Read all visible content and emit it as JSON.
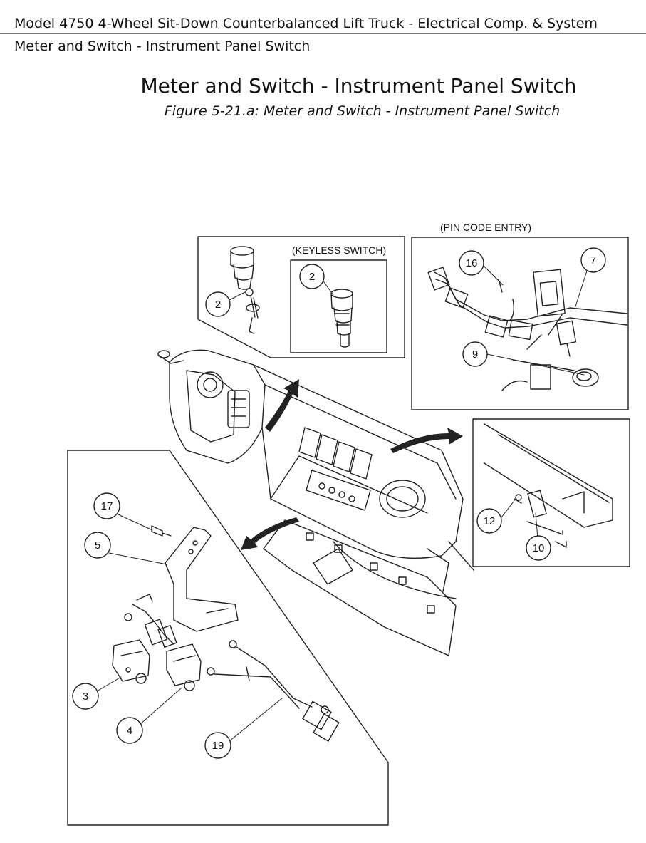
{
  "header": {
    "doc_title": "Model 4750 4-Wheel Sit-Down Counterbalanced Lift Truck - Electrical Comp. & System",
    "doc_subtitle": "Meter and Switch - Instrument Panel Switch"
  },
  "figure": {
    "title": "Meter and Switch - Instrument Panel Switch",
    "caption": "Figure 5-21.a: Meter and Switch - Instrument Panel Switch"
  },
  "labels": {
    "keyless_switch": "(KEYLESS SWITCH)",
    "pin_code_entry": "(PIN CODE ENTRY)"
  },
  "callouts": {
    "c2_key": "2",
    "c2_keyless": "2",
    "c16": "16",
    "c7": "7",
    "c9": "9",
    "c12": "12",
    "c10": "10",
    "c17": "17",
    "c5": "5",
    "c3": "3",
    "c4": "4",
    "c19": "19"
  }
}
